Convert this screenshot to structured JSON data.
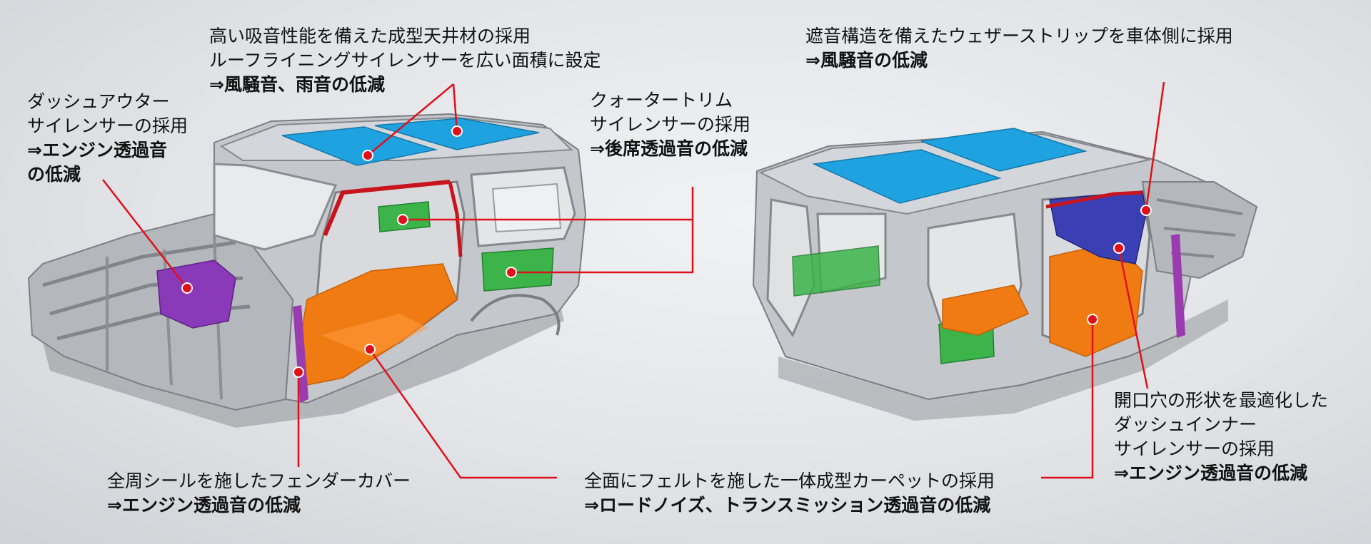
{
  "colors": {
    "leader_line": "#e0101a",
    "roof_liner": "#1fa3e0",
    "quarter_trim": "#3cb44a",
    "carpet": "#f07b12",
    "dash_outer": "#8a3ab9",
    "dash_inner": "#3b3fb4",
    "fender_seal": "#9b3bb0",
    "body_frame": "#b9bcc0"
  },
  "callouts": [
    {
      "id": "roof",
      "lines": [
        "高い吸音性能を備えた成型天井材の採用",
        "ルーフライニングサイレンサーを広い面積に設定"
      ],
      "effect": "⇒風騒音、雨音の低減"
    },
    {
      "id": "dash-outer",
      "lines": [
        "ダッシュアウター",
        "サイレンサーの採用"
      ],
      "effect_lines": [
        "⇒エンジン透過音",
        "の低減"
      ]
    },
    {
      "id": "quarter-trim",
      "lines": [
        "クォータートリム",
        "サイレンサーの採用"
      ],
      "effect": "⇒後席透過音の低減"
    },
    {
      "id": "weatherstrip",
      "lines": [
        "遮音構造を備えたウェザーストリップを車体側に採用"
      ],
      "effect": "⇒風騒音の低減"
    },
    {
      "id": "dash-inner",
      "lines": [
        "開口穴の形状を最適化した",
        "ダッシュインナー",
        "サイレンサーの採用"
      ],
      "effect": "⇒エンジン透過音の低減"
    },
    {
      "id": "fender",
      "lines": [
        "全周シールを施したフェンダーカバー"
      ],
      "effect": "⇒エンジン透過音の低減"
    },
    {
      "id": "carpet",
      "lines": [
        "全面にフェルトを施した一体成型カーペットの採用"
      ],
      "effect": "⇒ロードノイズ、トランスミッション透過音の低減"
    }
  ]
}
